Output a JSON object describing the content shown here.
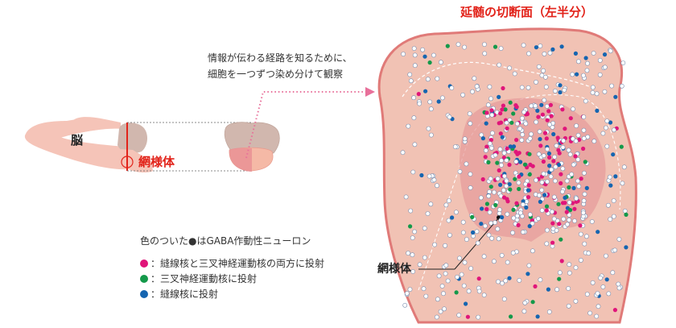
{
  "title": "延髄の切断面（左半分）",
  "note": {
    "line1": "情報が伝わる経路を知るために、",
    "line2": "細胞を一つずつ染め分けて観察"
  },
  "brain_label": "脳",
  "reticular_label": "網様体",
  "section_reticular_label": "網様体",
  "legend": {
    "heading": "色のついた●はGABA作動性ニューロン",
    "items": [
      {
        "color": "#e0157a",
        "label": "：縫線核と三叉神経運動核の両方に投射"
      },
      {
        "color": "#14994a",
        "label": "：三叉神経運動核に投射"
      },
      {
        "color": "#1565b0",
        "label": "：縫線核に投射"
      }
    ]
  },
  "colors": {
    "accent": "#e2231a",
    "tissue": "#f1c2b4",
    "outline": "#e07a78",
    "arrow": "#e8709a"
  }
}
